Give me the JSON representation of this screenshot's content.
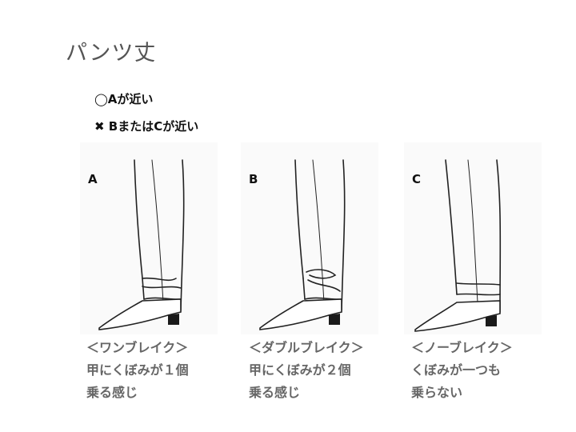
{
  "title": "パンツ丈",
  "notes": {
    "good": "◯Aが近い",
    "bad": "✖ BまたはCが近い"
  },
  "panels": [
    {
      "letter": "A",
      "caption": [
        "＜ワンブレイク＞",
        "甲にくぼみが１個",
        "乗る感じ"
      ]
    },
    {
      "letter": "B",
      "caption": [
        "＜ダブルブレイク＞",
        "甲にくぼみが２個",
        "乗る感じ"
      ]
    },
    {
      "letter": "C",
      "caption": [
        "＜ノーブレイク＞",
        "くぼみが一つも",
        "乗らない"
      ]
    }
  ],
  "colors": {
    "title": "#555555",
    "caption": "#666666",
    "line": "#222222",
    "heel": "#1a1a1a"
  }
}
